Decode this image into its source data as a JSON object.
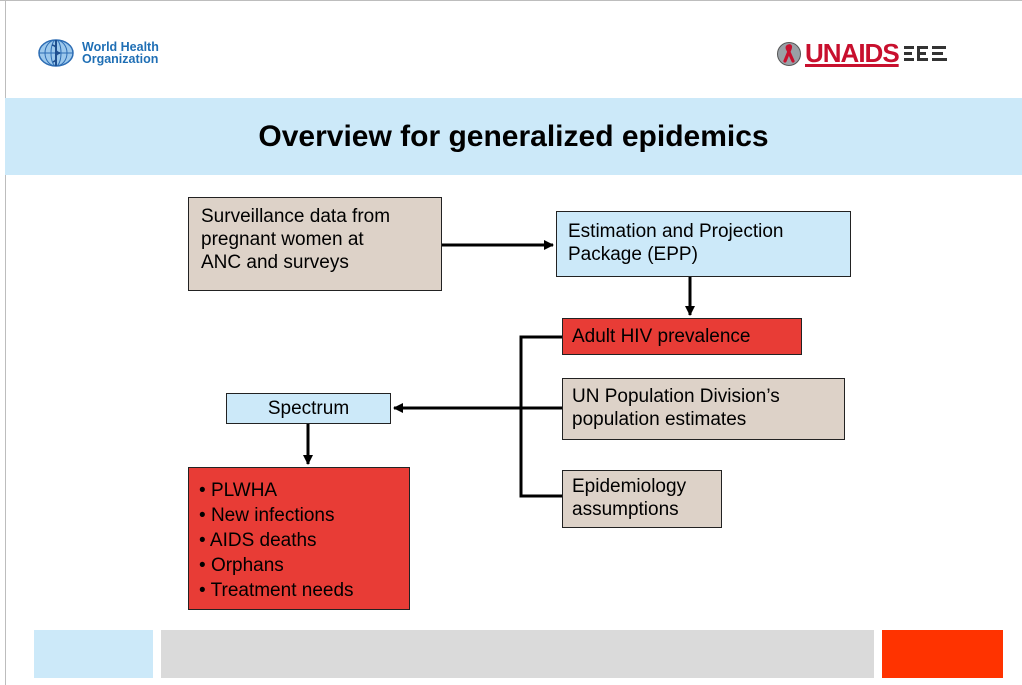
{
  "logos": {
    "who_line1": "World Health",
    "who_line2": "Organization",
    "unaids": "UNAIDS"
  },
  "title": "Overview for generalized epidemics",
  "nodes": {
    "surveillance": [
      "Surveillance data from",
      "pregnant women at",
      "ANC and surveys"
    ],
    "epp": [
      "Estimation and Projection",
      "Package (EPP)"
    ],
    "prevalence": "Adult HIV prevalence",
    "un_population": [
      "UN Population Division’s",
      "population estimates"
    ],
    "epidemiology": [
      "Epidemiology",
      "assumptions"
    ],
    "spectrum": "Spectrum",
    "outputs": [
      "PLWHA",
      "New infections",
      "AIDS deaths",
      "Orphans",
      "Treatment needs"
    ]
  },
  "colors": {
    "light_blue": "#cce9f9",
    "tan": "#ddd2c8",
    "red": "#e83c36",
    "footer_gray": "#dadada",
    "footer_orange": "#ff3300"
  }
}
